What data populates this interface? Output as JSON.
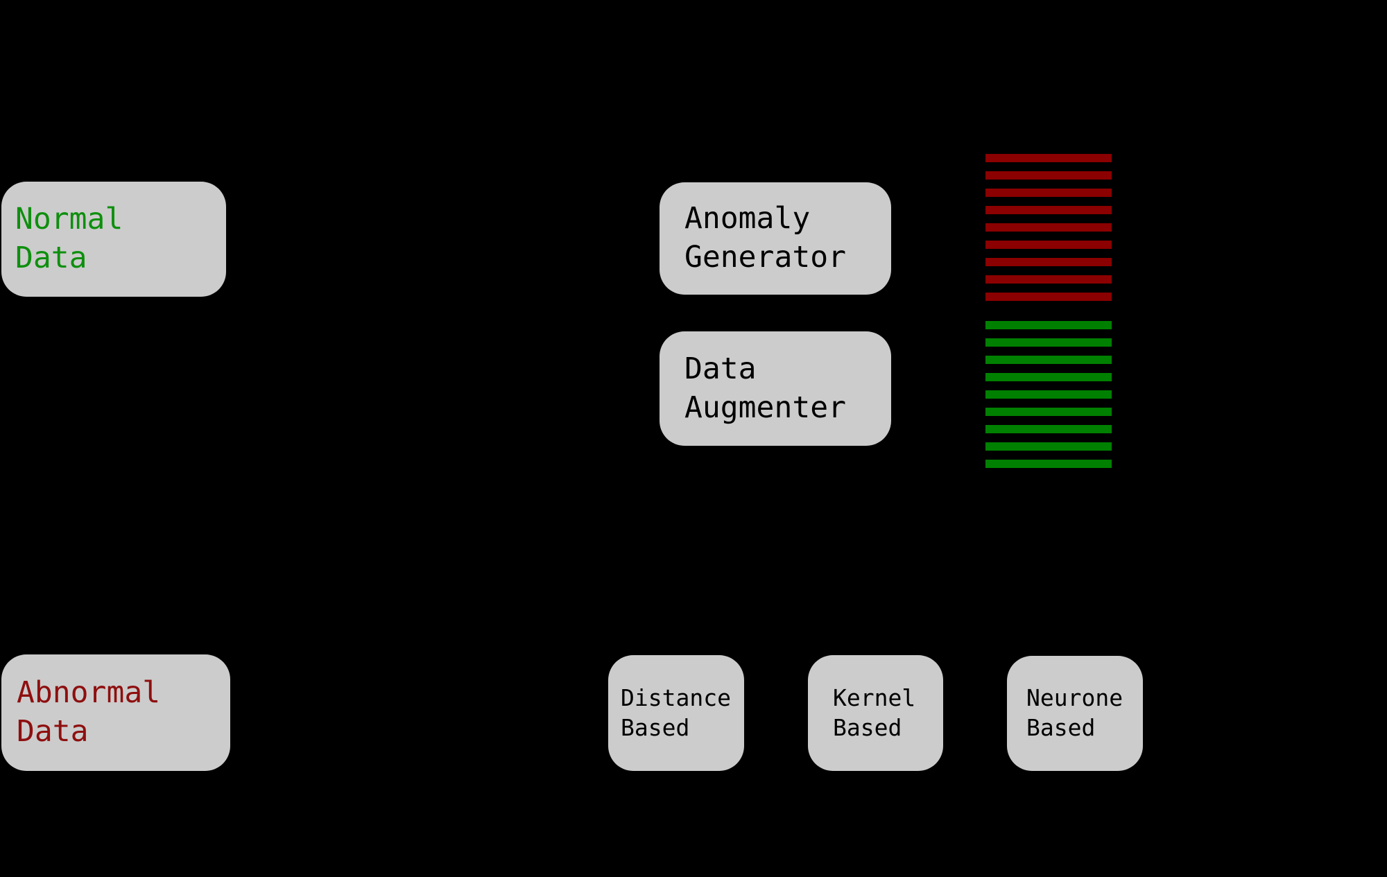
{
  "diagram": {
    "background_color": "#000000",
    "box_fill_color": "#cccccc",
    "boxes": {
      "normal_data": {
        "line1": "Normal",
        "line2": "Data",
        "text_color": "#0e8f0e"
      },
      "abnormal_data": {
        "line1": "Abnormal",
        "line2": "Data",
        "text_color": "#8e0f0f"
      },
      "anomaly_generator": {
        "line1": "Anomaly",
        "line2": "Generator",
        "text_color": "#000000"
      },
      "data_augmenter": {
        "line1": "Data",
        "line2": "Augmenter",
        "text_color": "#000000"
      },
      "distance_based": {
        "line1": "Distance",
        "line2": "Based",
        "text_color": "#000000"
      },
      "kernel_based": {
        "line1": "Kernel",
        "line2": "Based",
        "text_color": "#000000"
      },
      "neurone_based": {
        "line1": "Neurone",
        "line2": "Based",
        "text_color": "#000000"
      }
    },
    "stripe_stacks": {
      "anomaly": {
        "color": "#8b0000",
        "count": 9
      },
      "augmented": {
        "color": "#008000",
        "count": 9
      }
    }
  }
}
